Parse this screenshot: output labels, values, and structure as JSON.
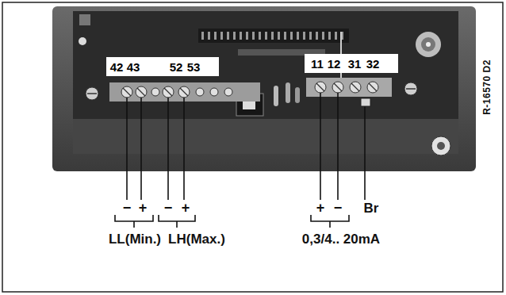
{
  "diagram": {
    "labels": [
      "42",
      "43",
      "52",
      "53",
      "11",
      "12",
      "31",
      "32",
      "R-16570 D2",
      "−",
      "+",
      "−",
      "+",
      "+",
      "−",
      "Br",
      "LL(Min.)",
      "LH(Max.)",
      "0,3/4.. 20mA"
    ]
  }
}
